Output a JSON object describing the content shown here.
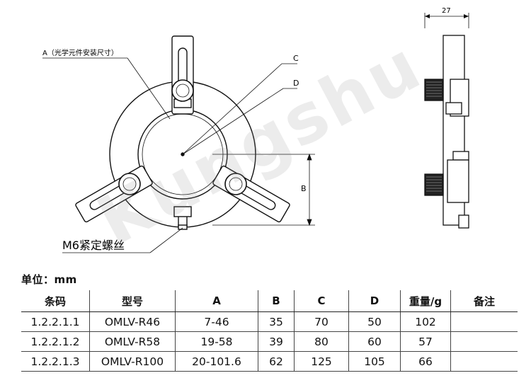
{
  "drawing": {
    "label_a": "A（光学元件安装尺寸）",
    "label_b": "B",
    "label_c": "C",
    "label_d": "D",
    "label_side_width": "27",
    "label_screw": "M6紧定螺丝"
  },
  "watermark": "Kungshu",
  "unit_label": "单位：mm",
  "table": {
    "headers": [
      "条码",
      "型号",
      "A",
      "B",
      "C",
      "D",
      "重量/g",
      "备注"
    ],
    "rows": [
      [
        "1.2.2.1.1",
        "OMLV-R46",
        "7-46",
        "35",
        "70",
        "50",
        "102",
        ""
      ],
      [
        "1.2.2.1.2",
        "OMLV-R58",
        "19-58",
        "39",
        "80",
        "60",
        "57",
        ""
      ],
      [
        "1.2.2.1.3",
        "OMLV-R100",
        "20-101.6",
        "62",
        "125",
        "105",
        "66",
        ""
      ]
    ]
  }
}
